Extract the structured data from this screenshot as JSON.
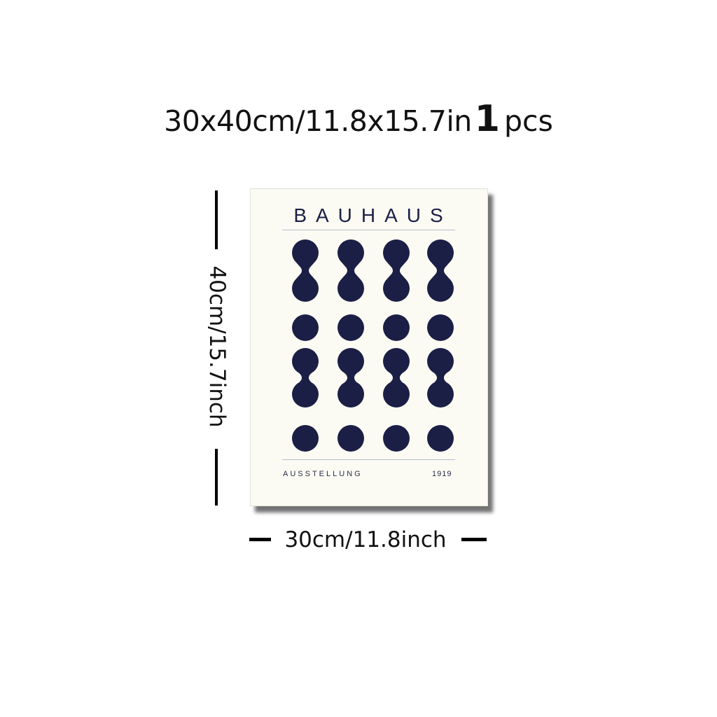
{
  "product": {
    "size_text": "30x40cm/11.8x15.7in",
    "quantity": "1",
    "quantity_unit": "pcs"
  },
  "poster": {
    "title": "BAUHAUS",
    "footer_left": "AUSSTELLUNG",
    "footer_right": "1919",
    "colors": {
      "ink": "#1b1f45",
      "paper": "#fbfbf4"
    },
    "pattern_rows": [
      "hourglass",
      "dots",
      "hourglass",
      "dots"
    ],
    "columns": 4
  },
  "dimensions": {
    "height_label": "40cm/15.7inch",
    "width_label": "30cm/11.8inch"
  }
}
